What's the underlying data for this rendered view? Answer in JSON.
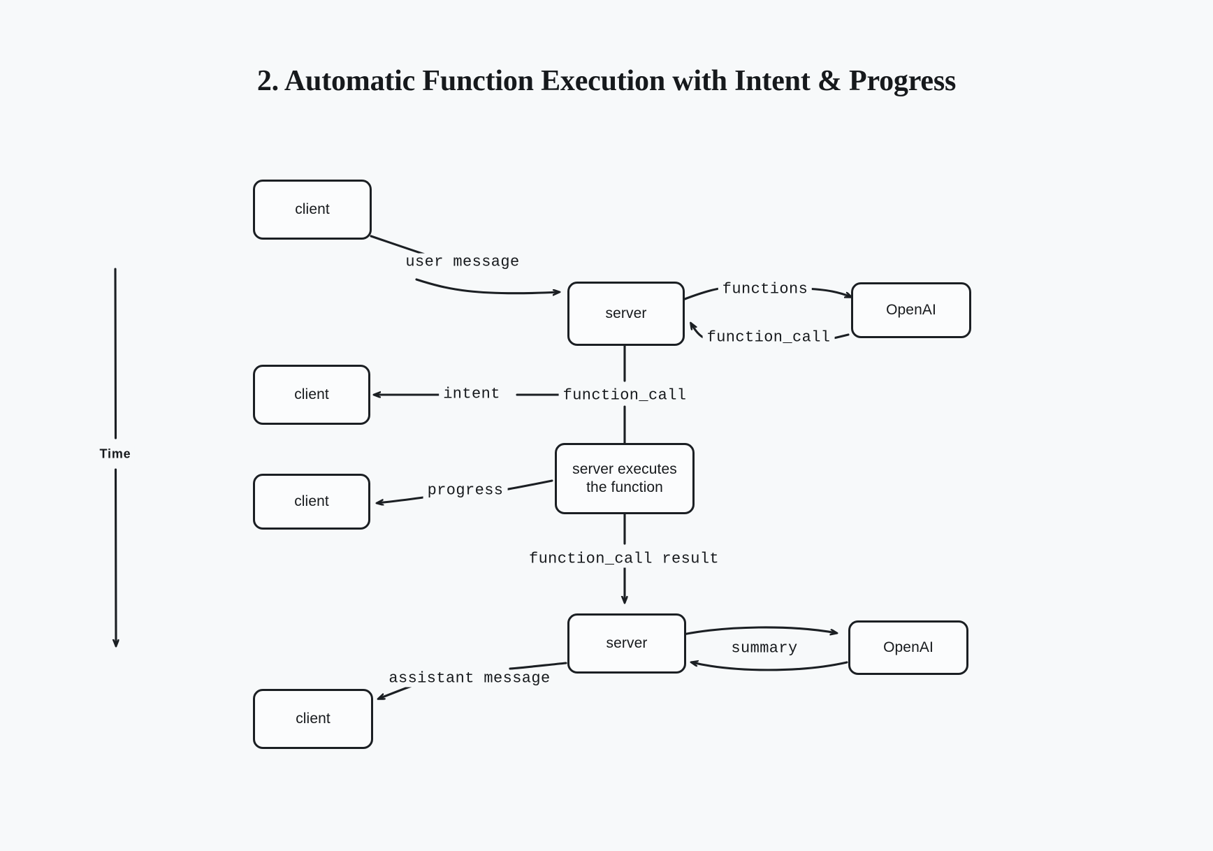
{
  "page": {
    "title": "2. Automatic Function Execution with Intent & Progress",
    "background_color": "#f7f9fa",
    "stroke_color": "#1b1f23",
    "text_color": "#16191c"
  },
  "axis": {
    "label": "Time",
    "direction": "downward"
  },
  "nodes": [
    {
      "id": "client-top",
      "label": "client"
    },
    {
      "id": "server-top",
      "label": "server"
    },
    {
      "id": "openai-top",
      "label": "OpenAI"
    },
    {
      "id": "client-intent",
      "label": "client"
    },
    {
      "id": "server-executes",
      "label": "server executes\nthe function",
      "line1": "server executes",
      "line2": "the function"
    },
    {
      "id": "client-progress",
      "label": "client"
    },
    {
      "id": "server-bottom",
      "label": "server"
    },
    {
      "id": "openai-bottom",
      "label": "OpenAI"
    },
    {
      "id": "client-bottom",
      "label": "client"
    }
  ],
  "edges": [
    {
      "id": "edge-user-message",
      "label": "user message",
      "from": "client-top",
      "to": "server-top"
    },
    {
      "id": "edge-functions",
      "label": "functions",
      "from": "server-top",
      "to": "openai-top"
    },
    {
      "id": "edge-function-call-openai",
      "label": "function_call",
      "from": "openai-top",
      "to": "server-top"
    },
    {
      "id": "edge-function-call-down",
      "label": "function_call",
      "from": "server-top",
      "to": "server-executes"
    },
    {
      "id": "edge-intent",
      "label": "intent",
      "from": "server-top",
      "to": "client-intent"
    },
    {
      "id": "edge-progress",
      "label": "progress",
      "from": "server-executes",
      "to": "client-progress"
    },
    {
      "id": "edge-function-call-result",
      "label": "function_call result",
      "from": "server-executes",
      "to": "server-bottom"
    },
    {
      "id": "edge-summary",
      "label": "summary",
      "from": "server-bottom",
      "to": "openai-bottom"
    },
    {
      "id": "edge-assistant-message",
      "label": "assistant message",
      "from": "server-bottom",
      "to": "client-bottom"
    }
  ],
  "chart_data": {
    "type": "diagram",
    "title": "2. Automatic Function Execution with Intent & Progress",
    "flow": [
      "client sends user message to server",
      "server sends functions to OpenAI",
      "OpenAI returns function_call to server",
      "server sends intent to client",
      "server passes function_call to server executes the function",
      "server executes the function sends progress to client",
      "function_call result goes to server",
      "server and OpenAI exchange summary",
      "server sends assistant message to client"
    ]
  }
}
